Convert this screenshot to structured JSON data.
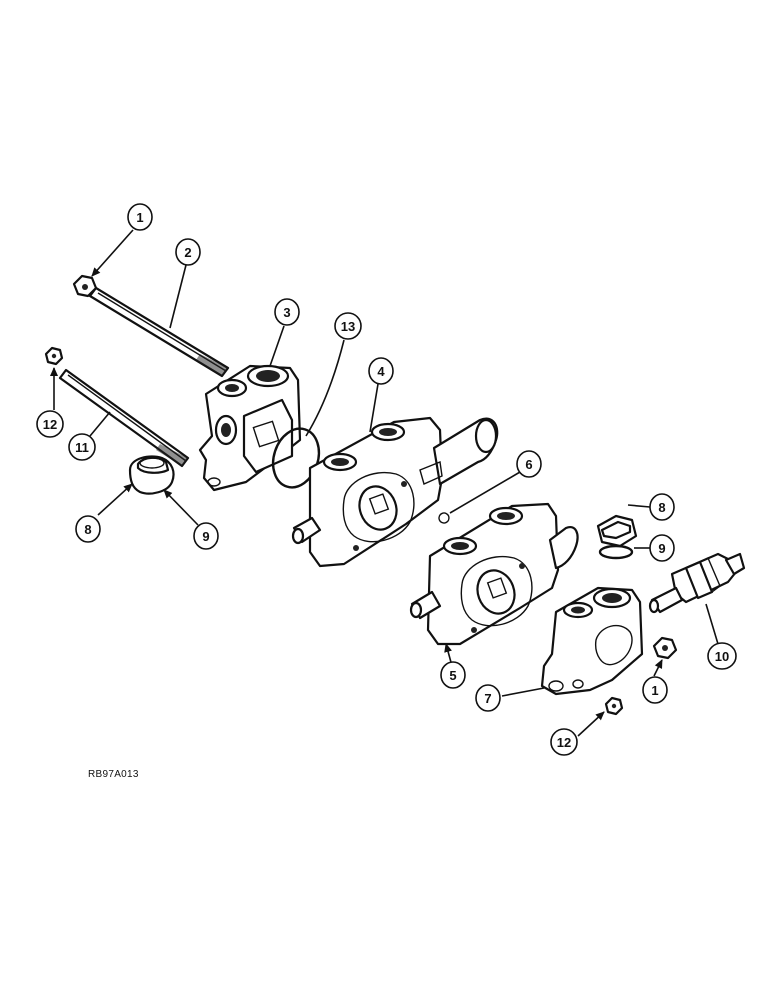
{
  "drawing": {
    "reference_code": "RB97A013"
  },
  "callouts": [
    {
      "id": "c1a",
      "number": "1"
    },
    {
      "id": "c2",
      "number": "2"
    },
    {
      "id": "c3",
      "number": "3"
    },
    {
      "id": "c13",
      "number": "13"
    },
    {
      "id": "c4",
      "number": "4"
    },
    {
      "id": "c12a",
      "number": "12"
    },
    {
      "id": "c11",
      "number": "11"
    },
    {
      "id": "c8a",
      "number": "8"
    },
    {
      "id": "c9a",
      "number": "9"
    },
    {
      "id": "c6",
      "number": "6"
    },
    {
      "id": "c8b",
      "number": "8"
    },
    {
      "id": "c9b",
      "number": "9"
    },
    {
      "id": "c10",
      "number": "10"
    },
    {
      "id": "c5",
      "number": "5"
    },
    {
      "id": "c7",
      "number": "7"
    },
    {
      "id": "c1b",
      "number": "1"
    },
    {
      "id": "c12b",
      "number": "12"
    }
  ]
}
